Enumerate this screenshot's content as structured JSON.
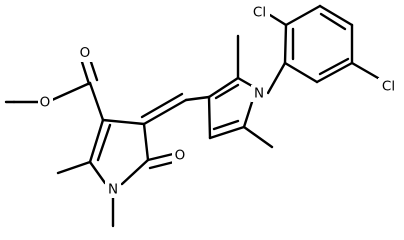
{
  "molecule": {
    "atom_labels": {
      "carbonyl_oxygen_ester": "O",
      "ester_oxygen": "O",
      "lactam_oxygen": "O",
      "lactam_nitrogen": "N",
      "pyrrole_nitrogen": "N",
      "chlorine_ortho": "Cl",
      "chlorine_meta": "Cl"
    }
  }
}
